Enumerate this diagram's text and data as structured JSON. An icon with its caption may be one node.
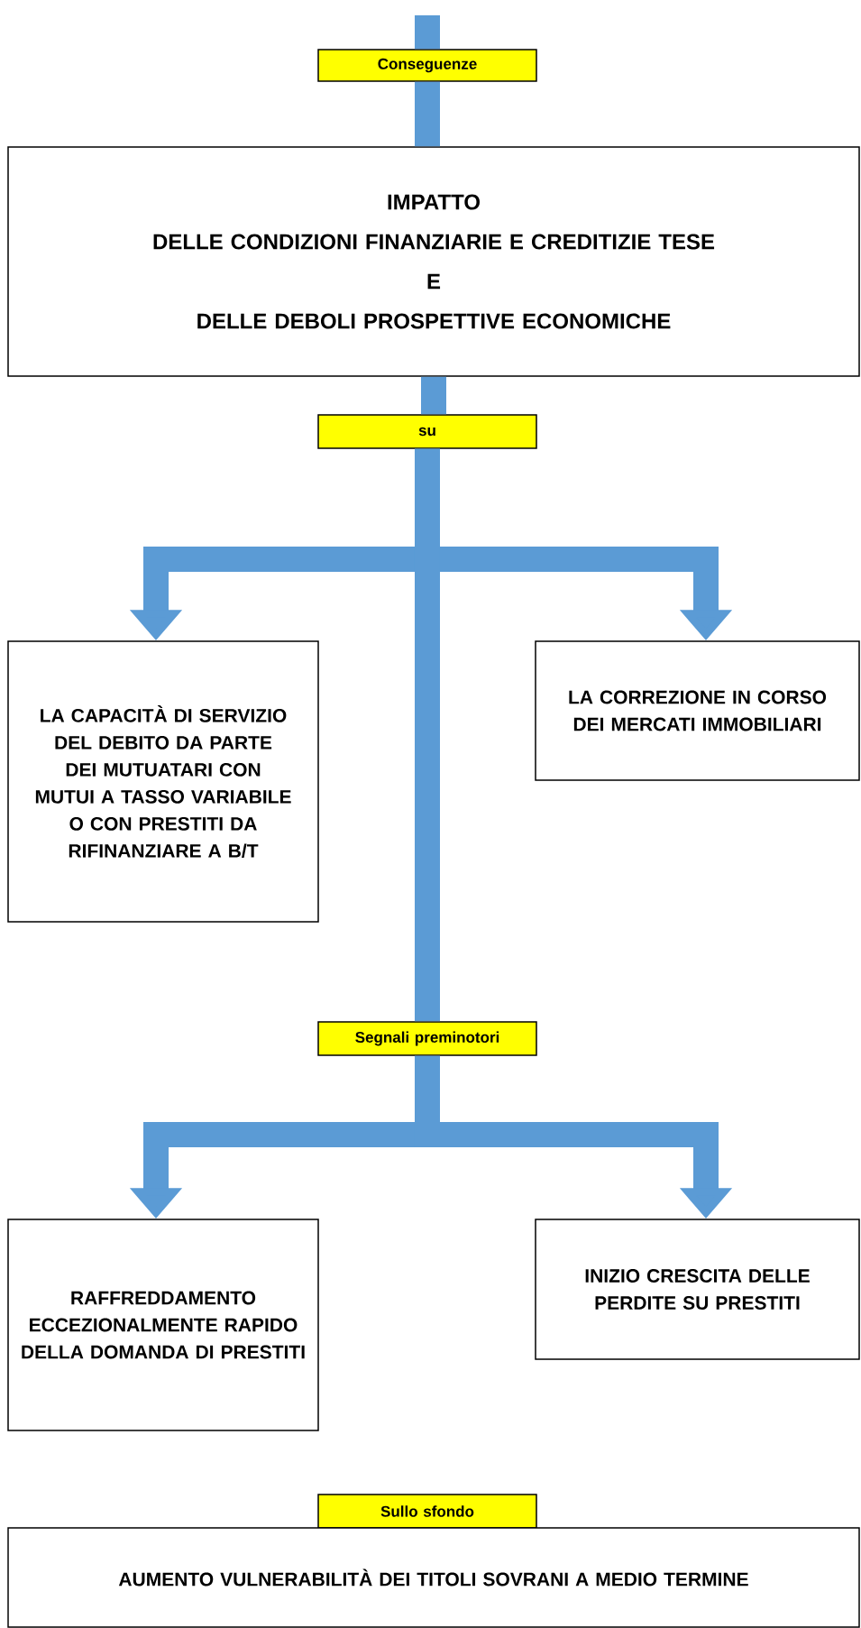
{
  "diagram": {
    "nodes": [
      {
        "text": [
          "Conseguenze"
        ]
      },
      {
        "text": [
          "IMPATTO",
          "DELLE CONDIZIONI FINANZIARIE E CREDITIZIE TESE",
          "E",
          "DELLE DEBOLI PROSPETTIVE ECONOMICHE"
        ]
      },
      {
        "text": [
          "su"
        ]
      },
      {
        "text": [
          "LA CAPACITÀ DI SERVIZIO DEL DEBITO DA PARTE DEI MUTUATARI CON MUTUI A TASSO VARIABILE O CON PRESTITI DA RIFINANZIARE A B/T"
        ]
      },
      {
        "text": [
          "LA CORREZIONE IN CORSO DEI MERCATI IMMOBILIARI"
        ]
      },
      {
        "text": [
          "Segnali preminotori"
        ]
      },
      {
        "text": [
          "RAFFREDDAMENTO ECCEZIONALMENTE RAPIDO DELLA DOMANDA DI PRESTITI"
        ]
      },
      {
        "text": [
          "INIZIO CRESCITA DELLE PERDITE SU PRESTITI"
        ]
      },
      {
        "text": [
          "Sullo sfondo"
        ]
      },
      {
        "text": [
          "AUMENTO VULNERABILITÀ DEI TITOLI SOVRANI A MEDIO TERMINE"
        ]
      }
    ],
    "edges": [
      {
        "from": null,
        "to": 0,
        "arrow": "none"
      },
      {
        "from": 0,
        "to": 1,
        "arrow": "none"
      },
      {
        "from": 1,
        "to": 2,
        "arrow": "none"
      },
      {
        "from": 2,
        "to": 3,
        "arrow": "to"
      },
      {
        "from": 2,
        "to": 4,
        "arrow": "to"
      },
      {
        "from": 2,
        "to": 5,
        "arrow": "none"
      },
      {
        "from": 5,
        "to": 6,
        "arrow": "to"
      },
      {
        "from": 5,
        "to": 7,
        "arrow": "to"
      }
    ]
  }
}
